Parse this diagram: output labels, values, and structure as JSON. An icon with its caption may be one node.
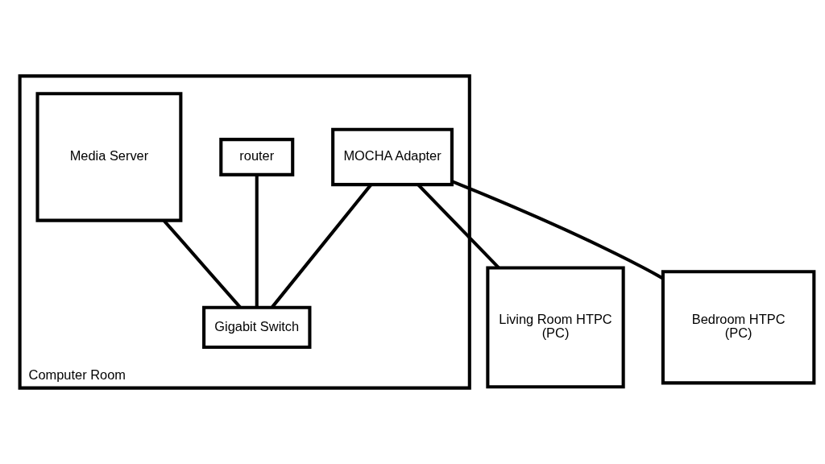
{
  "diagram": {
    "nodes": [
      {
        "text": [
          "Computer Room"
        ]
      },
      {
        "text": [
          "router"
        ],
        "in": 0
      },
      {
        "text": [
          "Gigabit Switch"
        ],
        "in": 0
      },
      {
        "text": [
          "MOCHA Adapter"
        ],
        "in": 0
      },
      {
        "text": [
          "Media Server"
        ],
        "in": 0
      },
      {
        "text": [
          "Living Room HTPC",
          "(PC)"
        ]
      },
      {
        "text": [
          "Bedroom HTPC",
          "(PC)"
        ]
      }
    ],
    "edges": [
      {
        "from": 1,
        "to": 2,
        "arrow": "none"
      },
      {
        "from": 2,
        "to": 3,
        "arrow": "none"
      },
      {
        "from": 2,
        "to": 4,
        "arrow": "none"
      },
      {
        "from": 3,
        "to": 5,
        "arrow": "none"
      },
      {
        "from": 3,
        "to": 6,
        "arrow": "none"
      }
    ]
  }
}
